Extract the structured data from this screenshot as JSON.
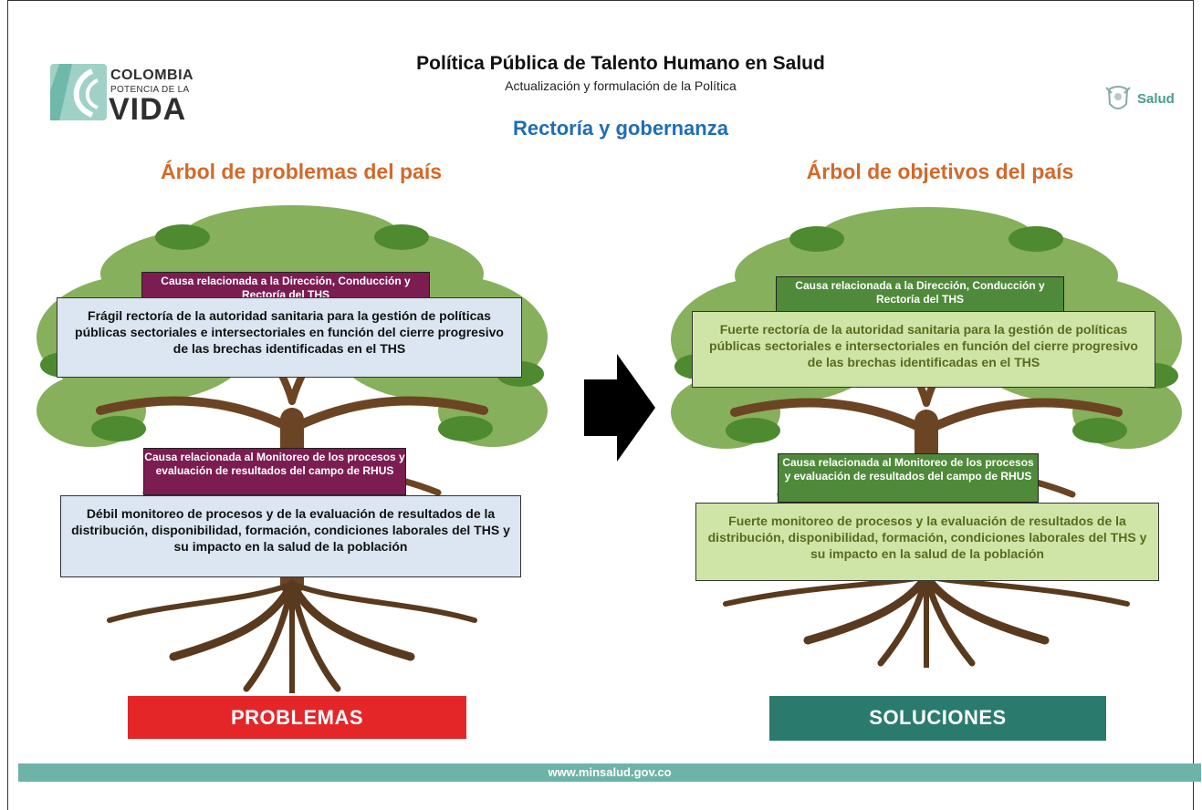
{
  "header": {
    "title": "Política Pública de Talento Humano en Salud",
    "subtitle": "Actualización y formulación de la Política",
    "section": "Rectoría y gobernanza"
  },
  "logo_left": {
    "top": "COLOMBIA",
    "mid": "POTENCIA DE LA",
    "big": "VIDA",
    "icon": "colombia-wave-logo"
  },
  "logo_right": {
    "text": "Salud",
    "icon": "coat-of-arms-icon"
  },
  "left": {
    "title": "Árbol de problemas del país",
    "cause1": "Causa relacionada a la Dirección, Conducción  y Rectoría del THS",
    "desc1": "Frágil rectoría de la autoridad sanitaria para la gestión de políticas públicas sectoriales e intersectoriales en función del cierre progresivo de las brechas identificadas en el THS",
    "cause2": "Causa relacionada al Monitoreo de los procesos  y evaluación de resultados del campo de RHUS",
    "desc2": "Débil monitoreo de procesos y de la evaluación de resultados de la distribución, disponibilidad, formación, condiciones laborales del THS y su impacto en la salud de la población",
    "label": "PROBLEMAS"
  },
  "right": {
    "title": "Árbol de objetivos del país",
    "cause1": "Causa relacionada a la Dirección, Conducción  y Rectoría del THS",
    "desc1": "Fuerte rectoría de la autoridad sanitaria para la gestión de políticas públicas sectoriales e intersectoriales en función del cierre progresivo de las brechas identificadas en el THS",
    "cause2": "Causa relacionada al Monitoreo de los procesos  y evaluación de resultados del campo de RHUS",
    "desc2": "Fuerte monitoreo de procesos y la evaluación de resultados de la distribución, disponibilidad, formación, condiciones laborales del THS y su impacto en la salud de la población",
    "label": "SOLUCIONES"
  },
  "footer": {
    "url": "www.minsalud.gov.co"
  },
  "colors": {
    "problem_cause": "#7c1d52",
    "solution_cause": "#4f8a3a",
    "problem_label": "#e42629",
    "solution_label": "#2a7b6d",
    "tree_title": "#d3692a",
    "section": "#1f6db5",
    "footer": "#6db3a8"
  }
}
